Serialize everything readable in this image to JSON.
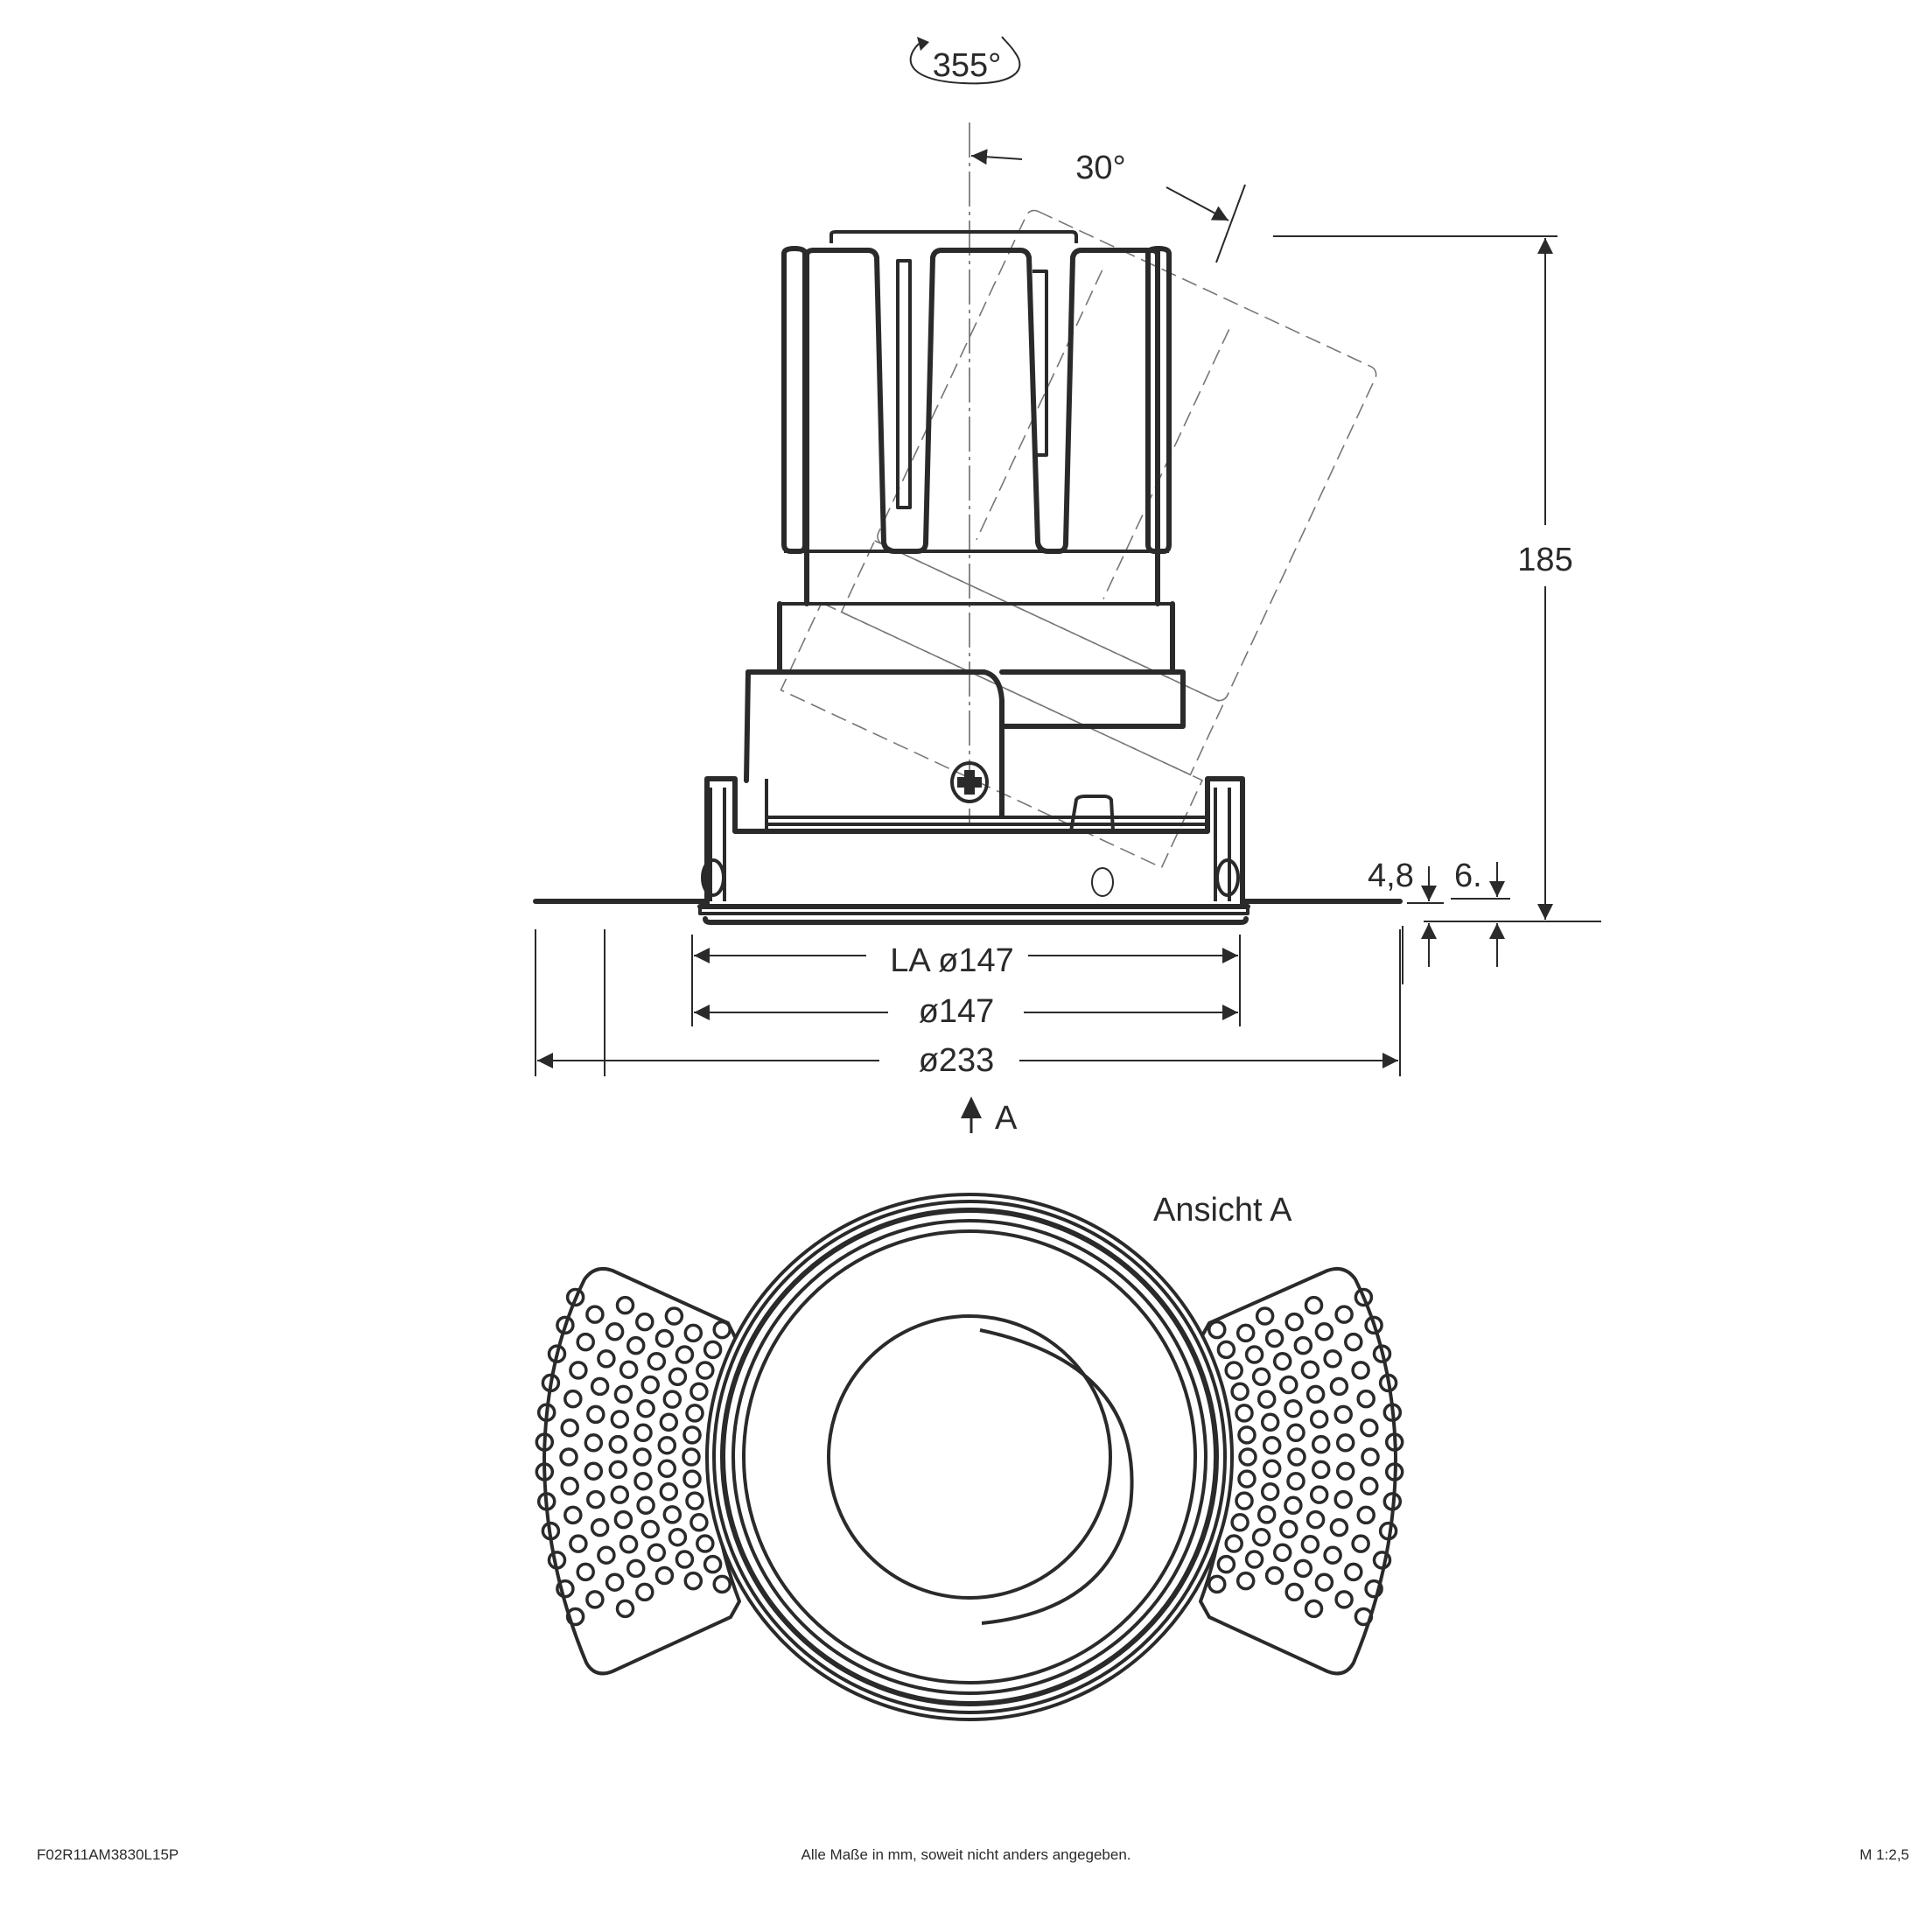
{
  "drawing": {
    "rotation_label": "355°",
    "tilt_label": "30°",
    "height_label": "185",
    "flange_label": "4,8",
    "trim_label": "6.",
    "cutout_label": "LA ø147",
    "diameter_inner_label": "ø147",
    "diameter_outer_label": "ø233",
    "view_arrow_label": "A",
    "view_title": "Ansicht A"
  },
  "footer": {
    "article_code": "F02R11AM3830L15P",
    "note": "Alle Maße in mm, soweit nicht anders angegeben.",
    "scale": "M 1:2,5"
  },
  "colors": {
    "line": "#2a2a2a",
    "hidden_line": "#777777",
    "background": "#ffffff"
  }
}
